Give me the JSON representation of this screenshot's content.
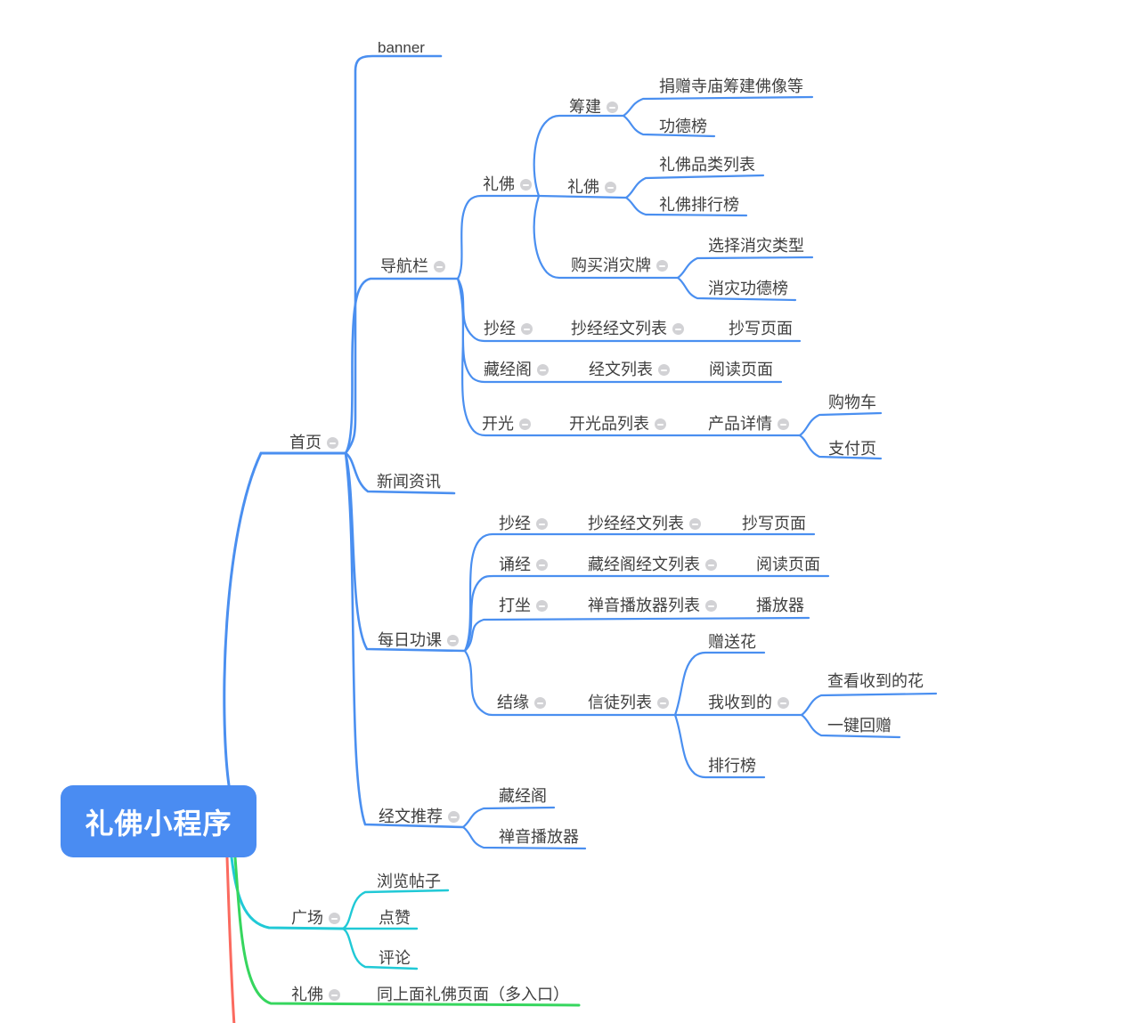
{
  "root": {
    "label": "礼佛小程序"
  },
  "branches": [
    {
      "label": "首页",
      "children": [
        {
          "label": "banner"
        },
        {
          "label": "导航栏",
          "children": [
            {
              "label": "礼佛",
              "children": [
                {
                  "label": "筹建",
                  "children": [
                    {
                      "label": "捐赠寺庙筹建佛像等"
                    },
                    {
                      "label": "功德榜"
                    }
                  ]
                },
                {
                  "label": "礼佛",
                  "children": [
                    {
                      "label": "礼佛品类列表"
                    },
                    {
                      "label": "礼佛排行榜"
                    }
                  ]
                },
                {
                  "label": "购买消灾牌",
                  "children": [
                    {
                      "label": "选择消灾类型"
                    },
                    {
                      "label": "消灾功德榜"
                    }
                  ]
                }
              ]
            },
            {
              "label": "抄经",
              "children": [
                {
                  "label": "抄经经文列表",
                  "children": [
                    {
                      "label": "抄写页面"
                    }
                  ]
                }
              ]
            },
            {
              "label": "藏经阁",
              "children": [
                {
                  "label": "经文列表",
                  "children": [
                    {
                      "label": "阅读页面"
                    }
                  ]
                }
              ]
            },
            {
              "label": "开光",
              "children": [
                {
                  "label": "开光品列表",
                  "children": [
                    {
                      "label": "产品详情",
                      "children": [
                        {
                          "label": "购物车"
                        },
                        {
                          "label": "支付页"
                        }
                      ]
                    }
                  ]
                }
              ]
            }
          ]
        },
        {
          "label": "新闻资讯"
        },
        {
          "label": "每日功课",
          "children": [
            {
              "label": "抄经",
              "children": [
                {
                  "label": "抄经经文列表",
                  "children": [
                    {
                      "label": "抄写页面"
                    }
                  ]
                }
              ]
            },
            {
              "label": "诵经",
              "children": [
                {
                  "label": "藏经阁经文列表",
                  "children": [
                    {
                      "label": "阅读页面"
                    }
                  ]
                }
              ]
            },
            {
              "label": "打坐",
              "children": [
                {
                  "label": "禅音播放器列表",
                  "children": [
                    {
                      "label": "播放器"
                    }
                  ]
                }
              ]
            },
            {
              "label": "结缘",
              "children": [
                {
                  "label": "信徒列表",
                  "children": [
                    {
                      "label": "赠送花"
                    },
                    {
                      "label": "我收到的",
                      "children": [
                        {
                          "label": "查看收到的花"
                        },
                        {
                          "label": "一键回赠"
                        }
                      ]
                    },
                    {
                      "label": "排行榜"
                    }
                  ]
                }
              ]
            }
          ]
        },
        {
          "label": "经文推荐",
          "children": [
            {
              "label": "藏经阁"
            },
            {
              "label": "禅音播放器"
            }
          ]
        }
      ]
    },
    {
      "label": "广场",
      "children": [
        {
          "label": "浏览帖子"
        },
        {
          "label": "点赞"
        },
        {
          "label": "评论"
        }
      ]
    },
    {
      "label": "礼佛",
      "children": [
        {
          "label": "同上面礼佛页面（多入口）"
        }
      ]
    }
  ],
  "icons": {
    "collapse": "minus-circle"
  },
  "colors": {
    "branch_blue": "#4a8ff0",
    "branch_cyan": "#20c9d6",
    "branch_green": "#36d65e",
    "branch_red": "#fb6a5f",
    "root_bg": "#4a8cf2",
    "root_text": "#ffffff",
    "node_text": "#3f3f3f",
    "collapse_icon_bg": "#d2d2d5"
  }
}
